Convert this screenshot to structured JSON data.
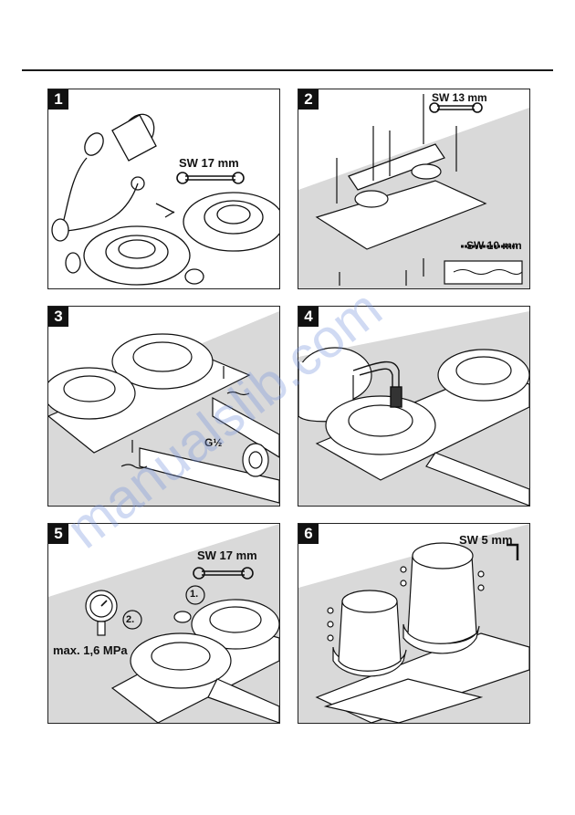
{
  "watermark": "manualslib.com",
  "panels": [
    {
      "number": "1",
      "labels": {
        "wrench": "SW 17 mm"
      }
    },
    {
      "number": "2",
      "labels": {
        "wrench_top": "SW 13 mm",
        "wrench_bottom": "SW 10 mm"
      }
    },
    {
      "number": "3",
      "labels": {
        "thread": "G½"
      }
    },
    {
      "number": "4",
      "labels": {}
    },
    {
      "number": "5",
      "labels": {
        "wrench": "SW 17 mm",
        "step1": "1.",
        "step2": "2.",
        "pressure": "max. 1,6 MPa"
      }
    },
    {
      "number": "6",
      "labels": {
        "wrench": "SW 5 mm"
      }
    }
  ]
}
